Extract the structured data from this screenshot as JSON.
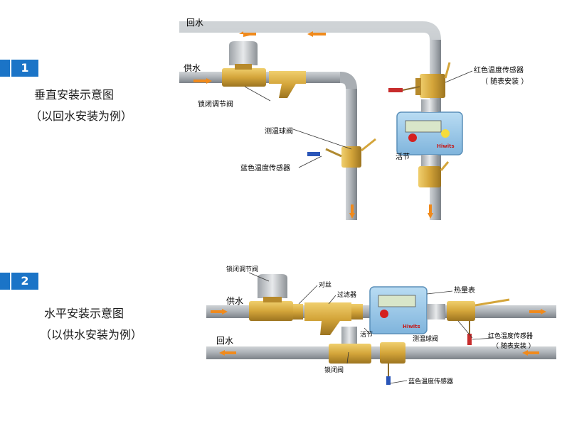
{
  "section1": {
    "number": "1",
    "title": "垂直安装示意图",
    "subtitle": "（以回水安装为例）",
    "labels": {
      "return_water": "回水",
      "supply_water": "供水",
      "lock_valve": "锁闭调节阀",
      "red_sensor_line1": "红色温度传感器",
      "red_sensor_line2": "（ 随表安装 ）",
      "temp_ball_valve": "测温球阀",
      "union": "活节",
      "blue_sensor": "蓝色温度传感器"
    },
    "meter_brand": "Hiwits"
  },
  "section2": {
    "number": "2",
    "title": "水平安装示意图",
    "subtitle": "（以供水安装为例）",
    "labels": {
      "lock_adjust_valve": "锁闭调节阀",
      "flange": "对丝",
      "filter": "过滤器",
      "heat_meter": "热量表",
      "supply_water": "供水",
      "return_water": "回水",
      "union": "活节",
      "temp_ball_valve": "测温球阀",
      "red_sensor_line1": "红色温度传感器",
      "red_sensor_line2": "（ 随表安装 ）",
      "lock_valve": "锁闭阀",
      "blue_sensor": "蓝色温度传感器"
    },
    "meter_brand": "Hiwits"
  },
  "colors": {
    "badge": "#1b74c7",
    "pipe": "#9ea3a8",
    "brass": "#d4a53a",
    "arrow": "#f08a1c",
    "meter": "#8fc3e8"
  }
}
